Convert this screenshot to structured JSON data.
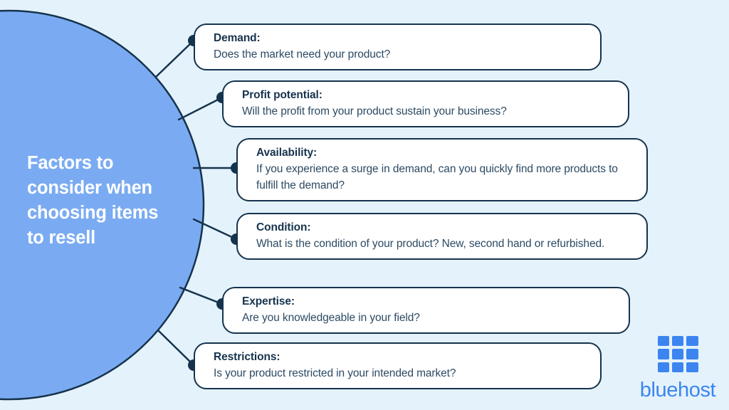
{
  "slide": {
    "background_color": "#e4f2fb",
    "center_circle": {
      "fill_color": "#7aabf2",
      "stroke_color": "#16334d",
      "title": "Factors to\nconsider when\nchoosing items\nto resell"
    }
  },
  "factors": [
    {
      "id": "demand",
      "title": "Demand:",
      "description": "Does the market need your product?"
    },
    {
      "id": "profit-potential",
      "title": "Profit potential:",
      "description": "Will the profit from your product sustain your business?"
    },
    {
      "id": "availability",
      "title": "Availability:",
      "description": "If you experience a surge in demand, can you quickly find more products to fulfill the demand?"
    },
    {
      "id": "condition",
      "title": "Condition:",
      "description": "What is the condition of your product? New, second hand or refurbished."
    },
    {
      "id": "expertise",
      "title": "Expertise:",
      "description": "Are you knowledgeable in your field?"
    },
    {
      "id": "restrictions",
      "title": "Restrictions:",
      "description": "Is your product restricted in your intended market?"
    }
  ],
  "logo": {
    "wordmark": "bluehost",
    "brand_color": "#3c85f0",
    "grid_cells": 9
  },
  "colors": {
    "background": "#e4f2fb",
    "circle_fill": "#7aabf2",
    "ink": "#16334d",
    "body_text": "#2c4a63",
    "box_fill": "#ffffff",
    "brand_blue": "#3c85f0"
  }
}
